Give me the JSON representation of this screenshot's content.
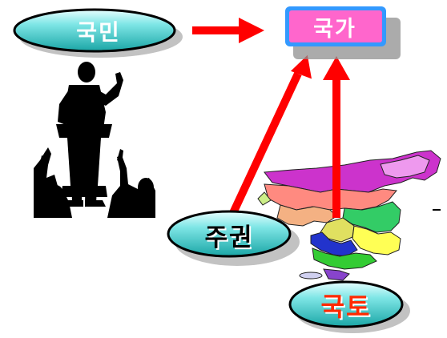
{
  "nodes": {
    "people": "국민",
    "state": "국가",
    "sovereignty": "주권",
    "territory": "국토"
  },
  "colors": {
    "ellipse_fill": "#33cccc",
    "ellipse_highlight": "#b8ffff",
    "state_fill": "#ff66cc",
    "state_border": "#3399ff",
    "arrow": "#ff0000",
    "shadow": "#8f8f8f",
    "silhouette": "#000000"
  },
  "icons": [
    "speaker-silhouette-icon",
    "audience-silhouette-icon",
    "korea-map-icon"
  ]
}
